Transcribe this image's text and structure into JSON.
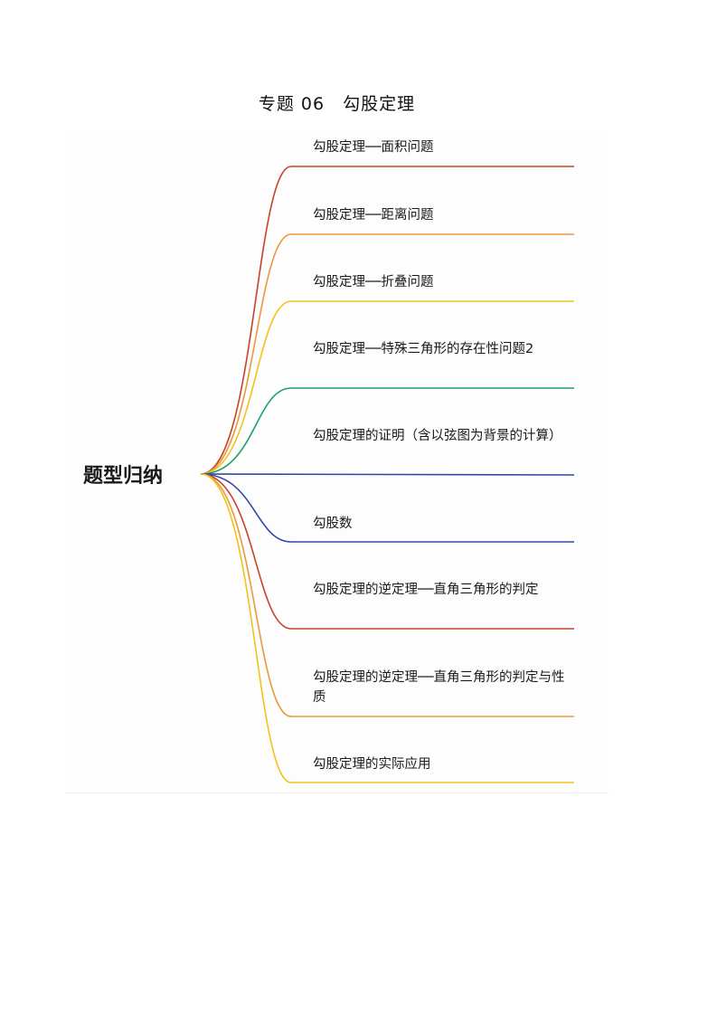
{
  "title": "专题 06　勾股定理",
  "mindmap": {
    "root": "题型归纳",
    "branches": [
      {
        "label": "勾股定理──面积问题",
        "color": "#c8412b"
      },
      {
        "label": "勾股定理──距离问题",
        "color": "#e89a3c"
      },
      {
        "label": "勾股定理──折叠问题",
        "color": "#f2c21c"
      },
      {
        "label": "勾股定理──特殊三角形的存在性问题2",
        "color": "#1aa06a"
      },
      {
        "label": "勾股定理的证明（含以弦图为背景的计算）",
        "color": "#3346a6"
      },
      {
        "label": "勾股数",
        "color": "#3346a6"
      },
      {
        "label": "勾股定理的逆定理──直角三角形的判定",
        "color": "#c8412b"
      },
      {
        "label": "勾股定理的逆定理──直角三角形的判定与性质",
        "color": "#e89a3c"
      },
      {
        "label": "勾股定理的实际应用",
        "color": "#f2c21c"
      }
    ]
  }
}
